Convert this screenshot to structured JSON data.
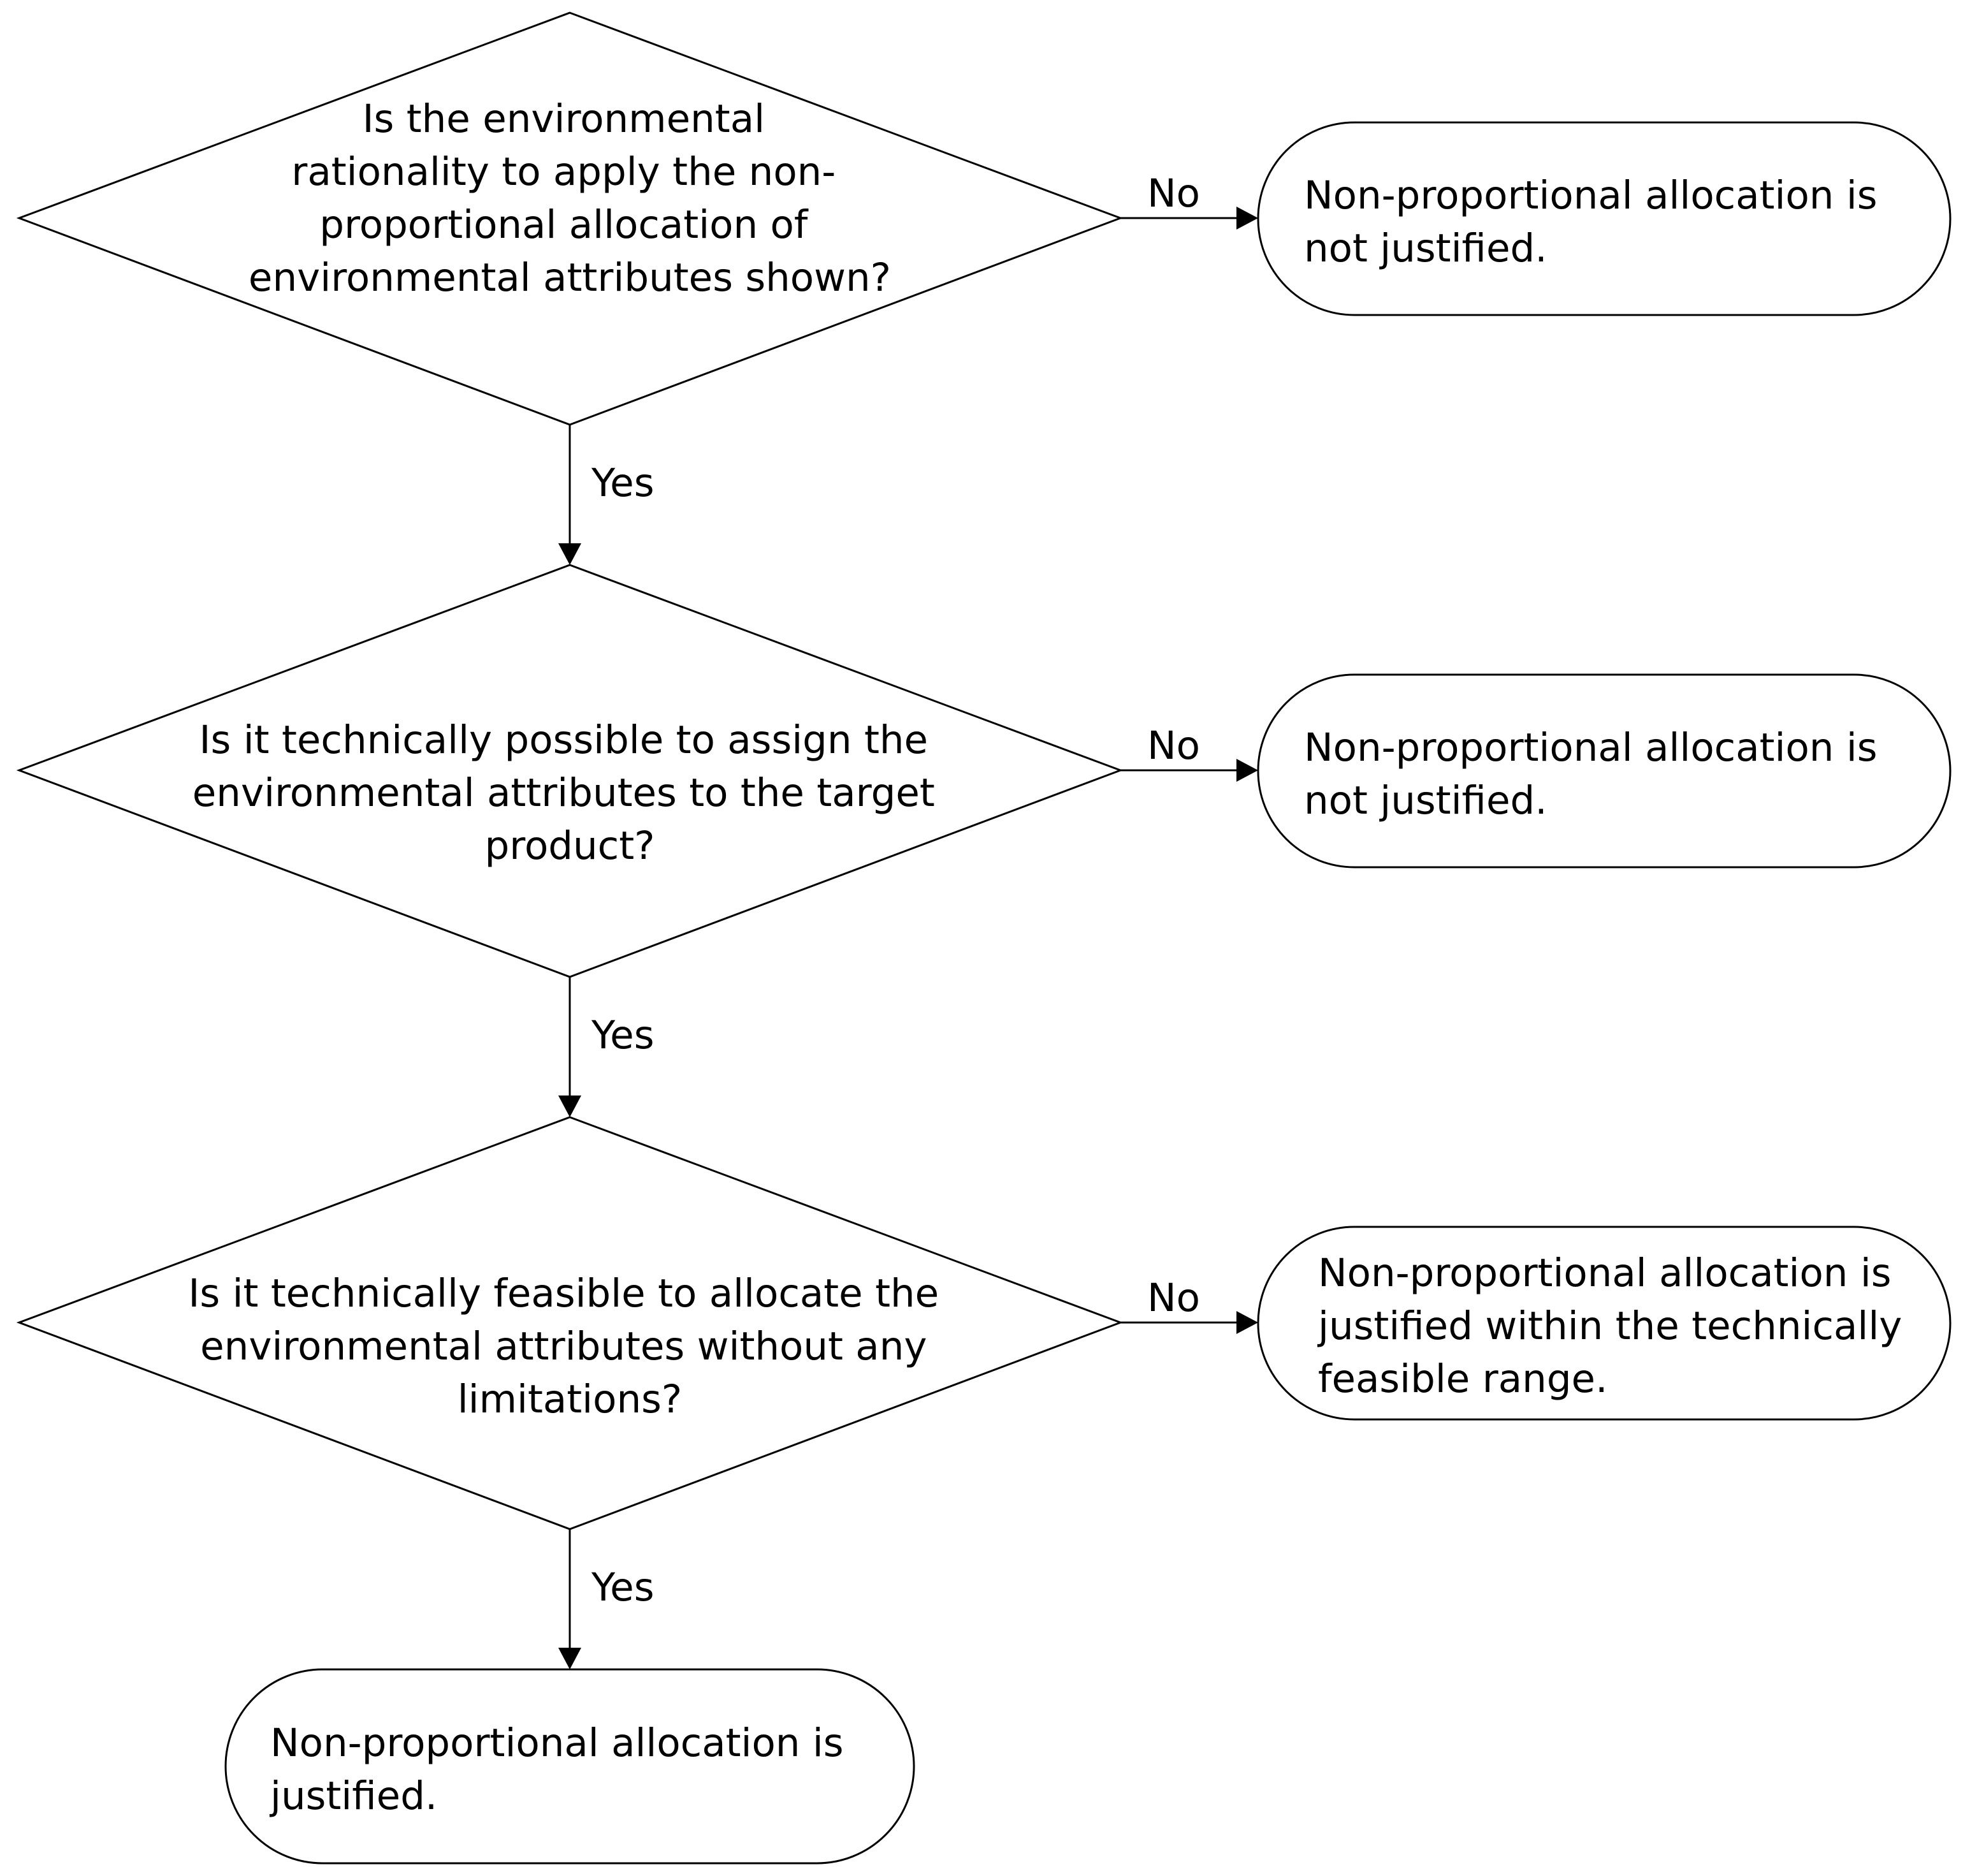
{
  "decisions": [
    {
      "lines": [
        "Is the environmental",
        "rationality to apply the non-",
        "proportional allocation of",
        "environmental attributes shown?"
      ]
    },
    {
      "lines": [
        "Is it technically possible to assign the",
        "environmental attributes to the target",
        "product?"
      ]
    },
    {
      "lines": [
        "Is it technically feasible to allocate the",
        "environmental attributes without any",
        "limitations?"
      ]
    }
  ],
  "outcomes": [
    {
      "lines": [
        "Non-proportional allocation is",
        "not justified."
      ]
    },
    {
      "lines": [
        "Non-proportional allocation is",
        "not justified."
      ]
    },
    {
      "lines": [
        "Non-proportional allocation is",
        "justified within the technically",
        "feasible range."
      ]
    },
    {
      "lines": [
        "Non-proportional allocation is",
        "justified."
      ]
    }
  ],
  "edges": {
    "yes_label": "Yes",
    "no_label": "No"
  },
  "colors": {
    "stroke": "#000000",
    "fill": "#ffffff",
    "text": "#000000"
  }
}
